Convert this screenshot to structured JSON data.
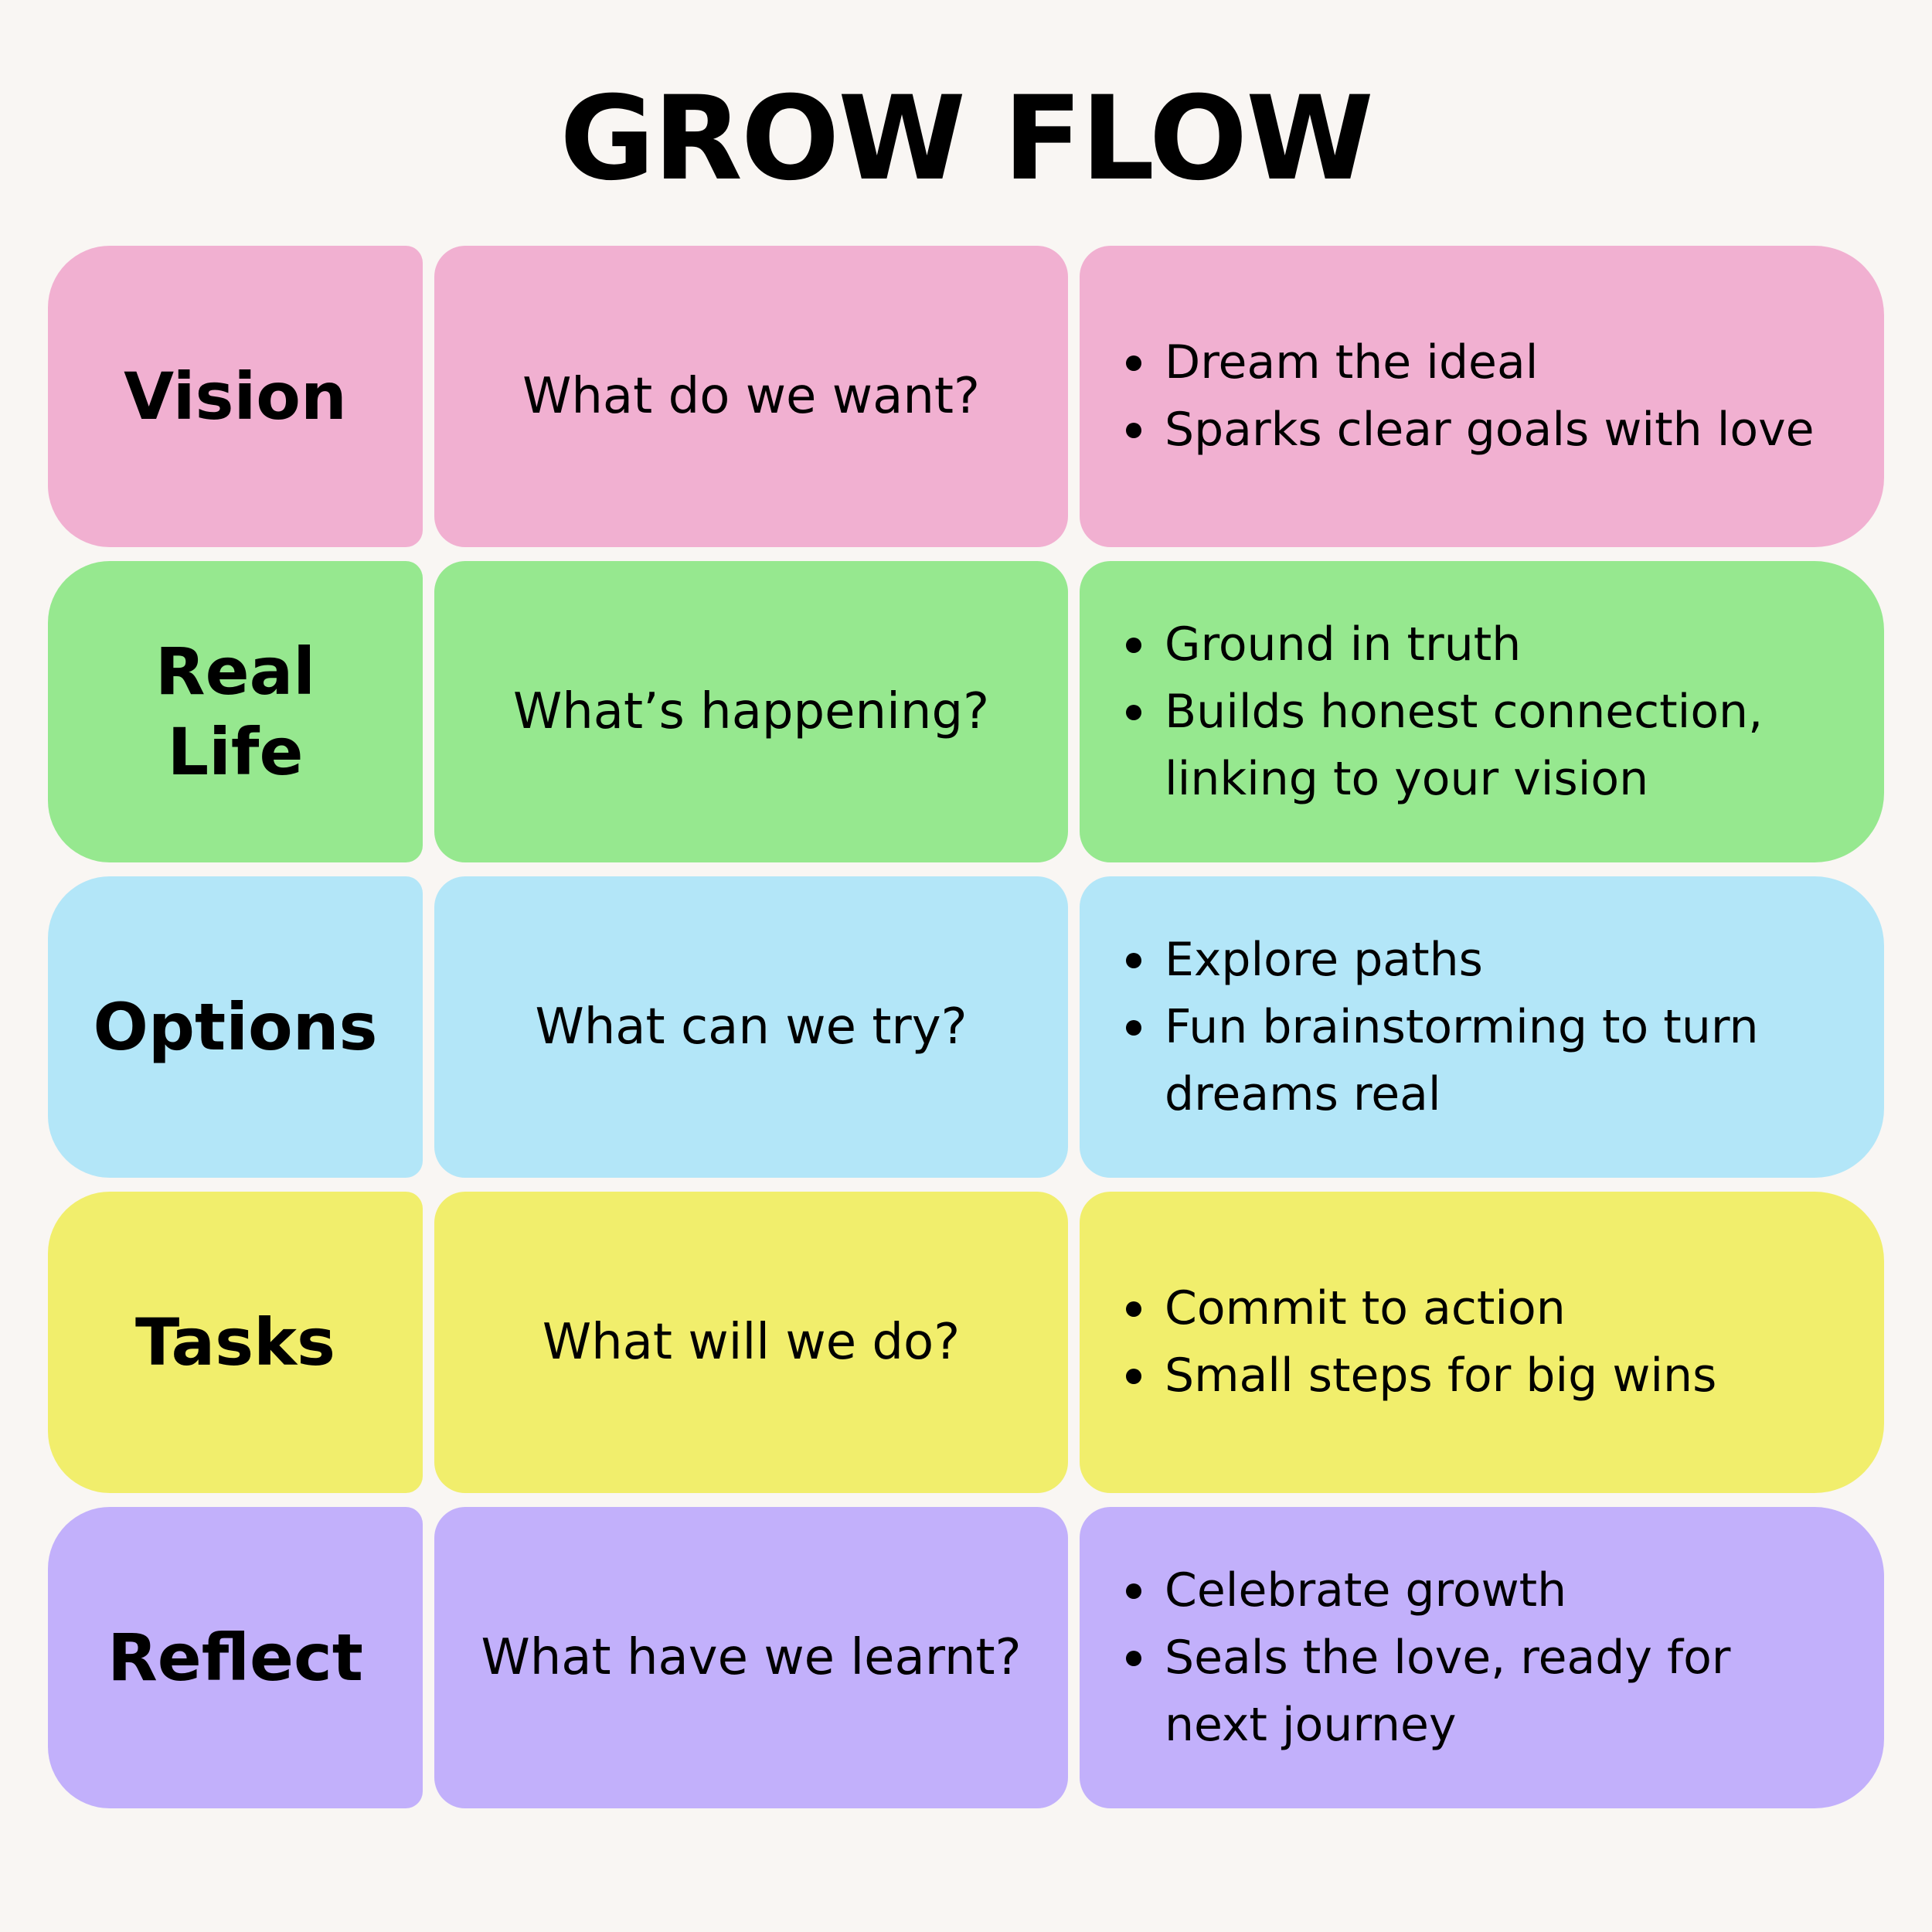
{
  "title": "GROW FLOW",
  "rows": [
    {
      "label": "Vision",
      "question": "What do we want?",
      "points": [
        "Dream the ideal",
        "Sparks clear goals with love"
      ],
      "color": "#f1b0d1"
    },
    {
      "label": "Real Life",
      "question": "What’s happening?",
      "points": [
        "Ground in truth",
        "Builds honest connection, linking to your vision"
      ],
      "color": "#96e88f"
    },
    {
      "label": "Options",
      "question": "What can we try?",
      "points": [
        "Explore paths",
        "Fun brainstorming to turn dreams real"
      ],
      "color": "#b3e6f8"
    },
    {
      "label": "Tasks",
      "question": "What will we do?",
      "points": [
        "Commit to action",
        "Small steps for big wins"
      ],
      "color": "#f1ee6c"
    },
    {
      "label": "Reflect",
      "question": "What have we learnt?",
      "points": [
        "Celebrate growth",
        "Seals the love, ready for next journey"
      ],
      "color": "#c2b0fb"
    }
  ]
}
